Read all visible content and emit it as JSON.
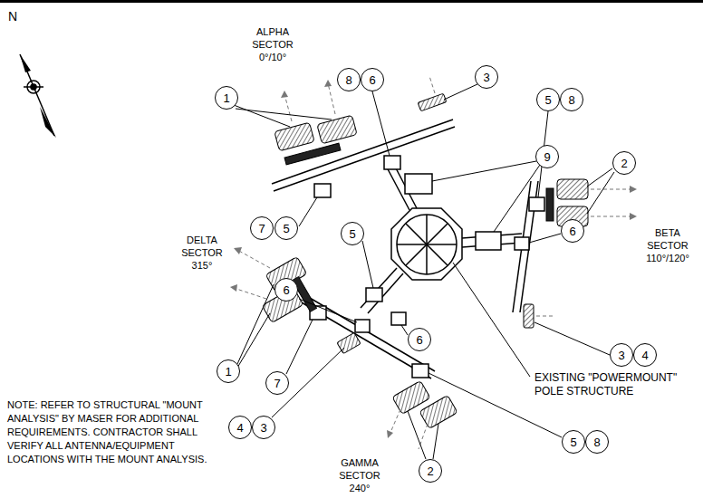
{
  "diagram": {
    "nodes": [
      {
        "text": [
          "8"
        ]
      },
      {
        "text": [
          "6"
        ]
      },
      {
        "text": [
          "3"
        ]
      },
      {
        "text": [
          "5"
        ]
      },
      {
        "text": [
          "8"
        ]
      },
      {
        "text": [
          "1"
        ]
      },
      {
        "text": [
          "9"
        ]
      },
      {
        "text": [
          "2"
        ]
      },
      {
        "text": [
          "7"
        ]
      },
      {
        "text": [
          "5"
        ]
      },
      {
        "text": [
          "5"
        ]
      },
      {
        "text": [
          "6"
        ]
      },
      {
        "text": [
          "6"
        ]
      },
      {
        "text": [
          "6"
        ]
      },
      {
        "text": [
          "3"
        ]
      },
      {
        "text": [
          "4"
        ]
      },
      {
        "text": [
          "1"
        ]
      },
      {
        "text": [
          "7"
        ]
      },
      {
        "text": [
          "4"
        ]
      },
      {
        "text": [
          "3"
        ]
      },
      {
        "text": [
          "5"
        ]
      },
      {
        "text": [
          "8"
        ]
      },
      {
        "text": [
          "2"
        ]
      }
    ],
    "labels": [
      "N",
      "ALPHA SECTOR 0°/10°",
      "BETA SECTOR 110°/120°",
      "DELTA SECTOR 315°",
      "EXISTING \"POWERMOUNT\" POLE STRUCTURE",
      "NOTE: REFER TO STRUCTURAL \"MOUNT ANALYSIS\" BY MASER FOR ADDITIONAL REQUIREMENTS. CONTRACTOR SHALL VERIFY ALL ANTENNA/EQUIPMENT LOCATIONS WITH THE MOUNT ANALYSIS.",
      "GAMMA SECTOR 240°"
    ]
  }
}
